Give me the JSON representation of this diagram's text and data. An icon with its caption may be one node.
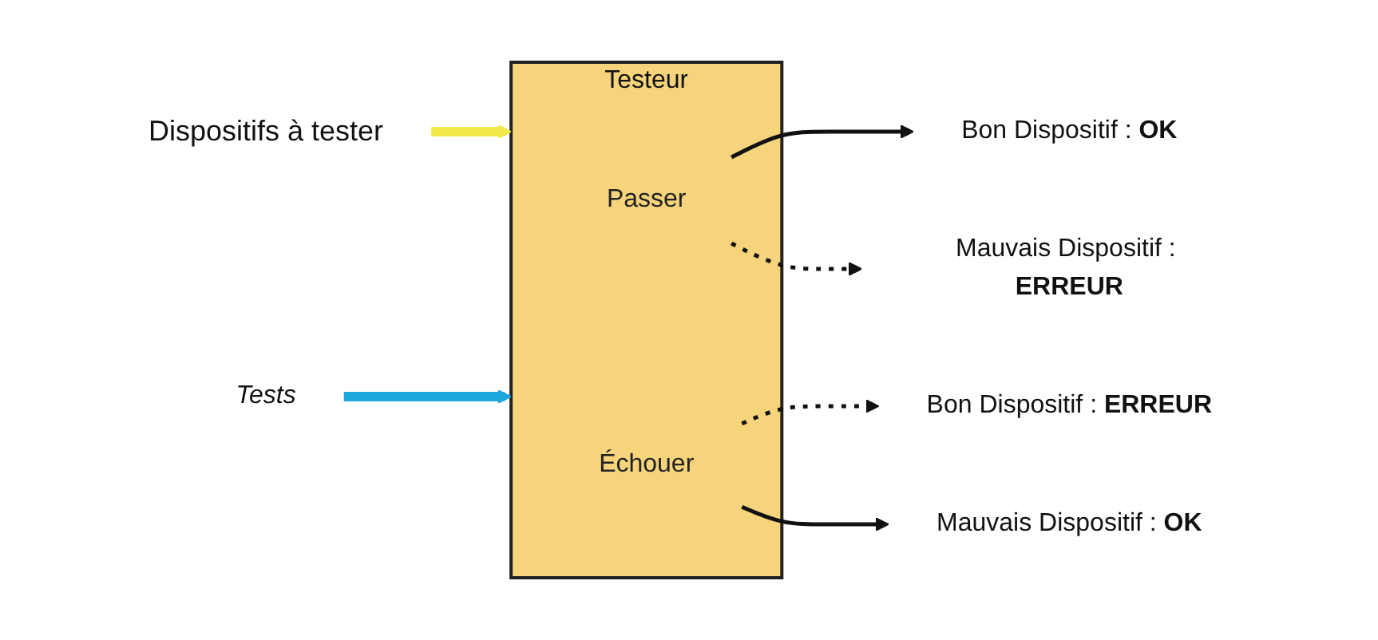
{
  "diagram": {
    "nodes": [
      {
        "text": [
          "Dispositifs à tester"
        ]
      },
      {
        "text": [
          "Testeur"
        ]
      },
      {
        "text": [
          "Passer"
        ],
        "in": 1
      },
      {
        "text": [
          "Échouer"
        ],
        "in": 1
      },
      {
        "text": [
          "Bon Dispositif : **OK**"
        ]
      },
      {
        "text": [
          "Mauvais Dispositif : **ERREUR**"
        ]
      },
      {
        "text": [
          "Bon Dispositif : **ERREUR**"
        ]
      },
      {
        "text": [
          "Mauvais Dispositif : **OK**"
        ]
      },
      {
        "text": [
          "Tests"
        ]
      }
    ],
    "edges": [
      {
        "from": 0,
        "to": 1,
        "arrow": "to",
        "style": "thick",
        "color": "#f2ea4a"
      },
      {
        "from": 8,
        "to": 1,
        "arrow": "to",
        "style": "thick",
        "color": "#1ea7dc"
      },
      {
        "from": 2,
        "to": 4,
        "arrow": "to"
      },
      {
        "from": 2,
        "to": 5,
        "arrow": "to",
        "style": "dashed"
      },
      {
        "from": 3,
        "to": 6,
        "arrow": "to",
        "style": "dashed"
      },
      {
        "from": 3,
        "to": 7,
        "arrow": "to"
      }
    ]
  }
}
